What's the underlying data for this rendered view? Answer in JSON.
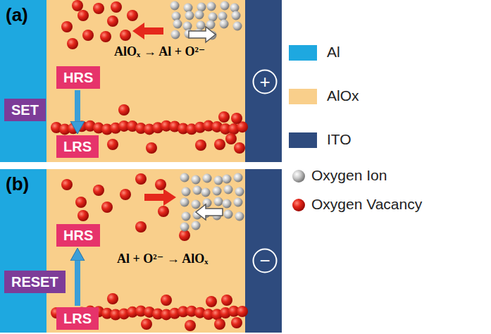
{
  "diagram": {
    "nodes": [
      {
        "text": [
          "HRS"
        ]
      },
      {
        "text": [
          "+"
        ]
      },
      {
        "text": [
          "SET"
        ]
      },
      {
        "text": [
          "LRS"
        ]
      },
      {
        "text": [
          "HRS"
        ]
      },
      {
        "text": [
          "RESET"
        ]
      },
      {
        "text": [
          "LRS"
        ]
      },
      {
        "text": [
          "−"
        ]
      }
    ],
    "edges": [
      {
        "from": 0,
        "to": 3,
        "arrow": "to"
      },
      {
        "from": 6,
        "to": 4,
        "arrow": "to"
      }
    ],
    "labels": [
      "(a)",
      "AlOₓ → Al + O²⁻",
      "(b)",
      "Al + O²⁻ → AlOₓ"
    ],
    "legend": [
      {
        "text": "Al",
        "color": "#1ea8e0"
      },
      {
        "text": "AlOx",
        "color": "#f9cf8b"
      },
      {
        "text": "ITO",
        "color": "#2e4b7e"
      },
      {
        "text": "Oxygen Ion"
      },
      {
        "text": "Oxygen Vacancy"
      }
    ]
  }
}
